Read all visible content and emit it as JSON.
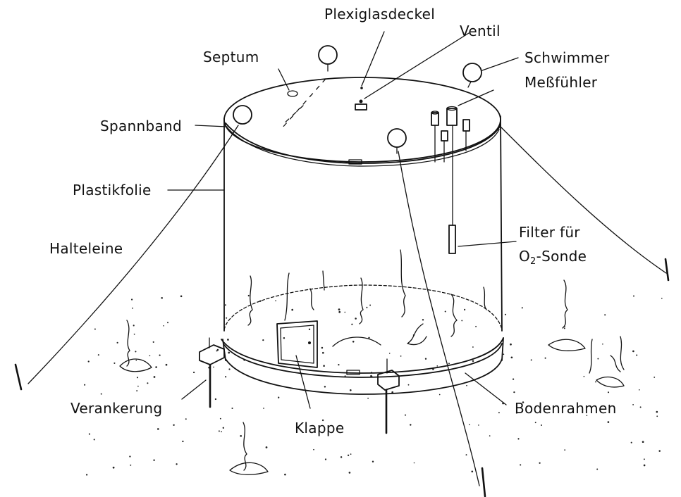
{
  "labels": {
    "plexiglasdeckel": "Plexiglasdeckel",
    "ventil": "Ventil",
    "septum": "Septum",
    "schwimmer": "Schwimmer",
    "messfuehler": "Meßfühler",
    "spannband": "Spannband",
    "plastikfolie": "Plastikfolie",
    "halteleine": "Halteleine",
    "filter_line1": "Filter für",
    "filter_line2_prefix": "O",
    "filter_line2_sub": "2",
    "filter_line2_suffix": "-Sonde",
    "verankerung": "Verankerung",
    "klappe": "Klappe",
    "bodenrahmen": "Bodenrahmen"
  }
}
